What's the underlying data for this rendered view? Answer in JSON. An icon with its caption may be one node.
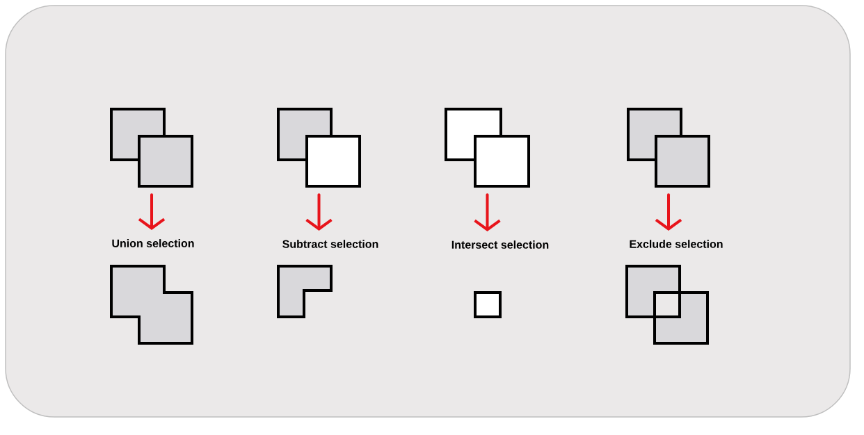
{
  "diagram": {
    "nodes": [
      {
        "text": [],
        "shape": "picture"
      },
      {
        "text": [
          "Union selection"
        ]
      },
      {
        "text": [],
        "shape": "picture"
      },
      {
        "text": [],
        "shape": "picture"
      },
      {
        "text": [
          "Subtract selection"
        ]
      },
      {
        "text": [],
        "shape": "picture"
      },
      {
        "text": [],
        "shape": "picture"
      },
      {
        "text": [
          "Intersect selection"
        ]
      },
      {
        "text": [],
        "shape": "box"
      },
      {
        "text": [],
        "shape": "picture"
      },
      {
        "text": [
          "Exclude selection"
        ]
      },
      {
        "text": [],
        "shape": "picture"
      }
    ],
    "edges": [
      {
        "from": 0,
        "to": 1,
        "arrow": "to"
      },
      {
        "from": 3,
        "to": 4,
        "arrow": "to"
      },
      {
        "from": 6,
        "to": 7,
        "arrow": "to"
      },
      {
        "from": 9,
        "to": 10,
        "arrow": "to"
      }
    ]
  }
}
